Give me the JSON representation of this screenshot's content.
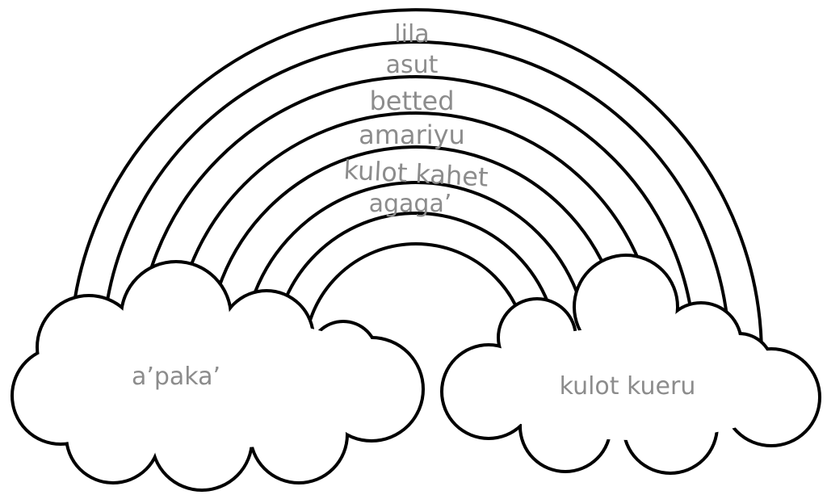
{
  "rainbow": {
    "bands": [
      "lila",
      "asut",
      "betted",
      "amariyu",
      "kulot kahet",
      "agaga’"
    ]
  },
  "clouds": {
    "left": "a’paka’",
    "right": "kulot kueru"
  },
  "colors": {
    "line": "#000000",
    "label": "#8c8c8c"
  }
}
